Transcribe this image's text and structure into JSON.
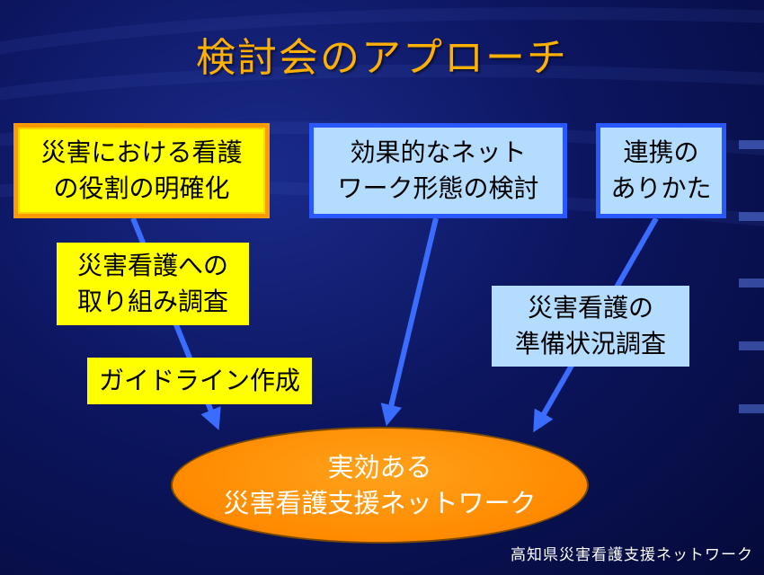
{
  "title": "検討会のアプローチ",
  "goal_boxes": [
    {
      "lines": [
        "災害における看護",
        "の役割の明確化"
      ]
    },
    {
      "lines": [
        "効果的なネット",
        "ワーク形態の検討"
      ]
    },
    {
      "lines": [
        "連携の",
        "ありかた"
      ]
    }
  ],
  "activity_boxes": [
    {
      "lines": [
        "災害看護への",
        "取り組み調査"
      ]
    },
    {
      "lines": [
        "ガイドライン作成"
      ]
    },
    {
      "lines": [
        "災害看護の",
        "準備状況調査"
      ]
    }
  ],
  "target": {
    "lines": [
      "実効ある",
      "災害看護支援ネットワーク"
    ]
  },
  "footer": "高知県災害看護支援ネットワーク",
  "colors": {
    "title": "#ffb000",
    "yellow_box": "#ffff00",
    "yellow_border": "#ff9a00",
    "blue_box": "#b3dcff",
    "blue_border": "#2a58ff",
    "arrow": "#3a6cff",
    "ellipse": "#ff8a00"
  }
}
